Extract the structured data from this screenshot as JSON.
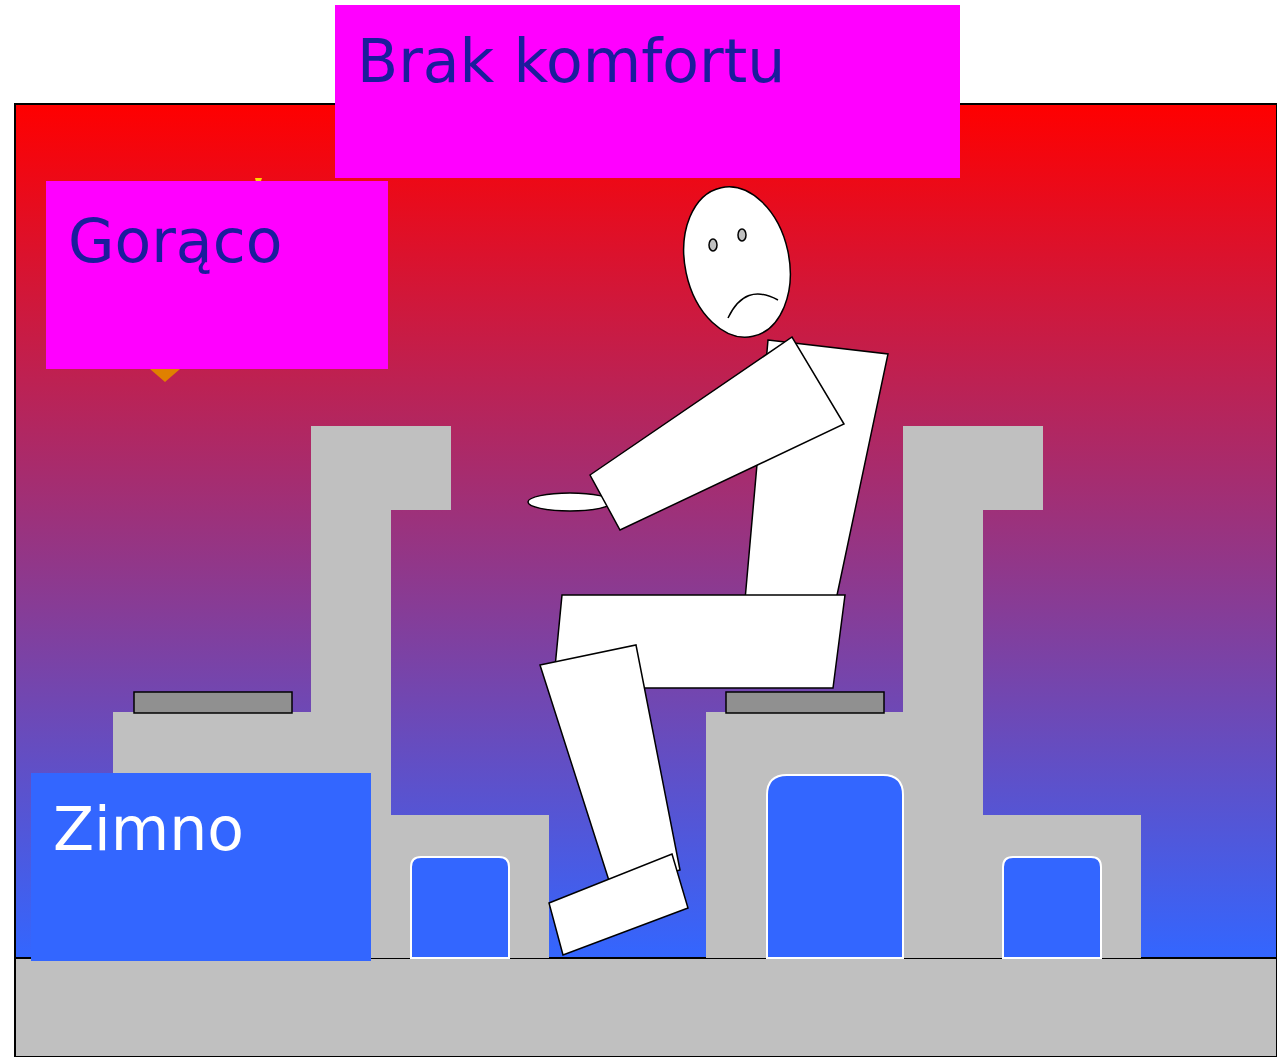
{
  "diagram": {
    "nodes": [
      {
        "text": [
          "Brak komfortu"
        ]
      },
      {
        "text": [
          "Gorąco"
        ]
      },
      {
        "text": [
          "Zimno"
        ]
      }
    ]
  }
}
